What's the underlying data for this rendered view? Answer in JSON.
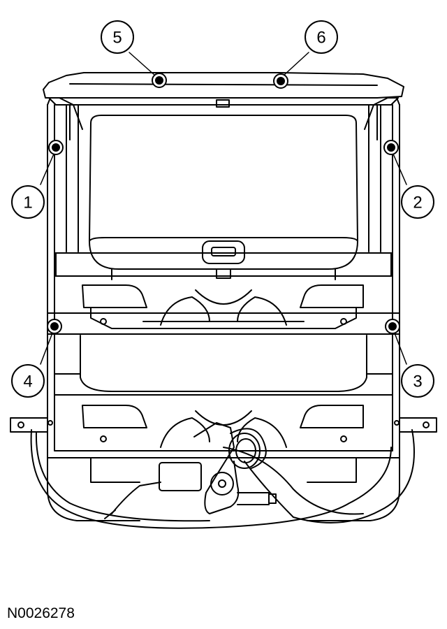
{
  "callouts": [
    {
      "id": "1",
      "label": "1"
    },
    {
      "id": "2",
      "label": "2"
    },
    {
      "id": "3",
      "label": "3"
    },
    {
      "id": "4",
      "label": "4"
    },
    {
      "id": "5",
      "label": "5"
    },
    {
      "id": "6",
      "label": "6"
    }
  ],
  "figure_id": "N0026278"
}
